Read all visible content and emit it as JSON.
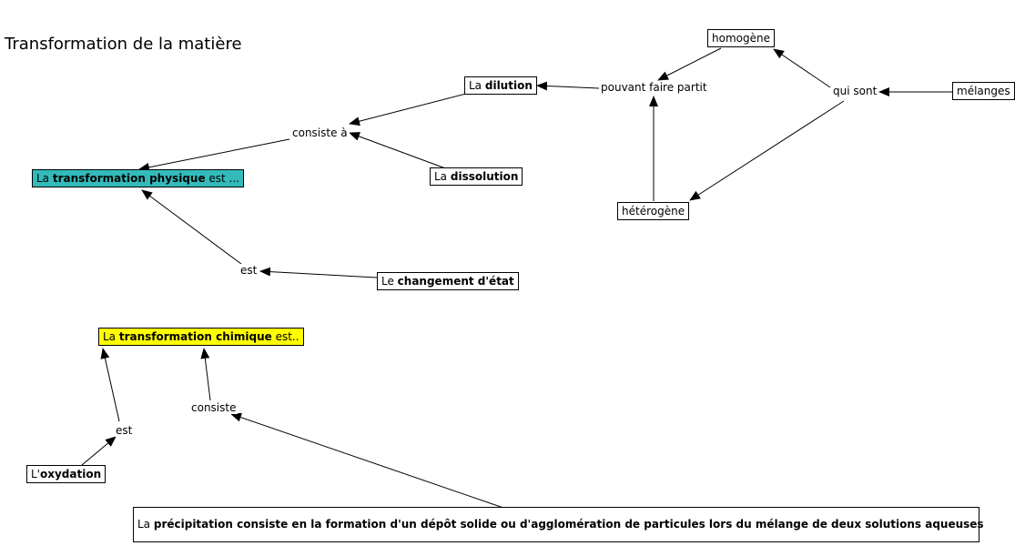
{
  "title": "Transformation de la matière",
  "nodes": {
    "homogene": "homogène",
    "dilution_pre": "La ",
    "dilution_bold": "dilution",
    "pouvant": "pouvant faire partit",
    "qui_sont": "qui sont",
    "melanges": "mélanges",
    "consiste_a": "consiste à",
    "phys_pre": "La ",
    "phys_bold": "transformation physique",
    "phys_post": " est ...",
    "dissolution_pre": "La ",
    "dissolution_bold": "dissolution",
    "heterogene": "hétérogène",
    "est1": "est",
    "changement_pre": "Le ",
    "changement_bold": "changement d'état",
    "chim_pre": "La ",
    "chim_bold": "transformation chimique",
    "chim_post": " est..",
    "consiste": "consiste",
    "est2": "est",
    "oxydation_pre": "L'",
    "oxydation_bold": "oxydation",
    "precip_pre": "La ",
    "precip_bold": "précipitation consiste en la formation d'un dépôt solide ou d'agglomération de particules lors du mélange de deux solutions aqueuses"
  },
  "colors": {
    "physique_fill": "#33bbbb",
    "chimique_fill": "#ffff00",
    "line": "#000000"
  }
}
